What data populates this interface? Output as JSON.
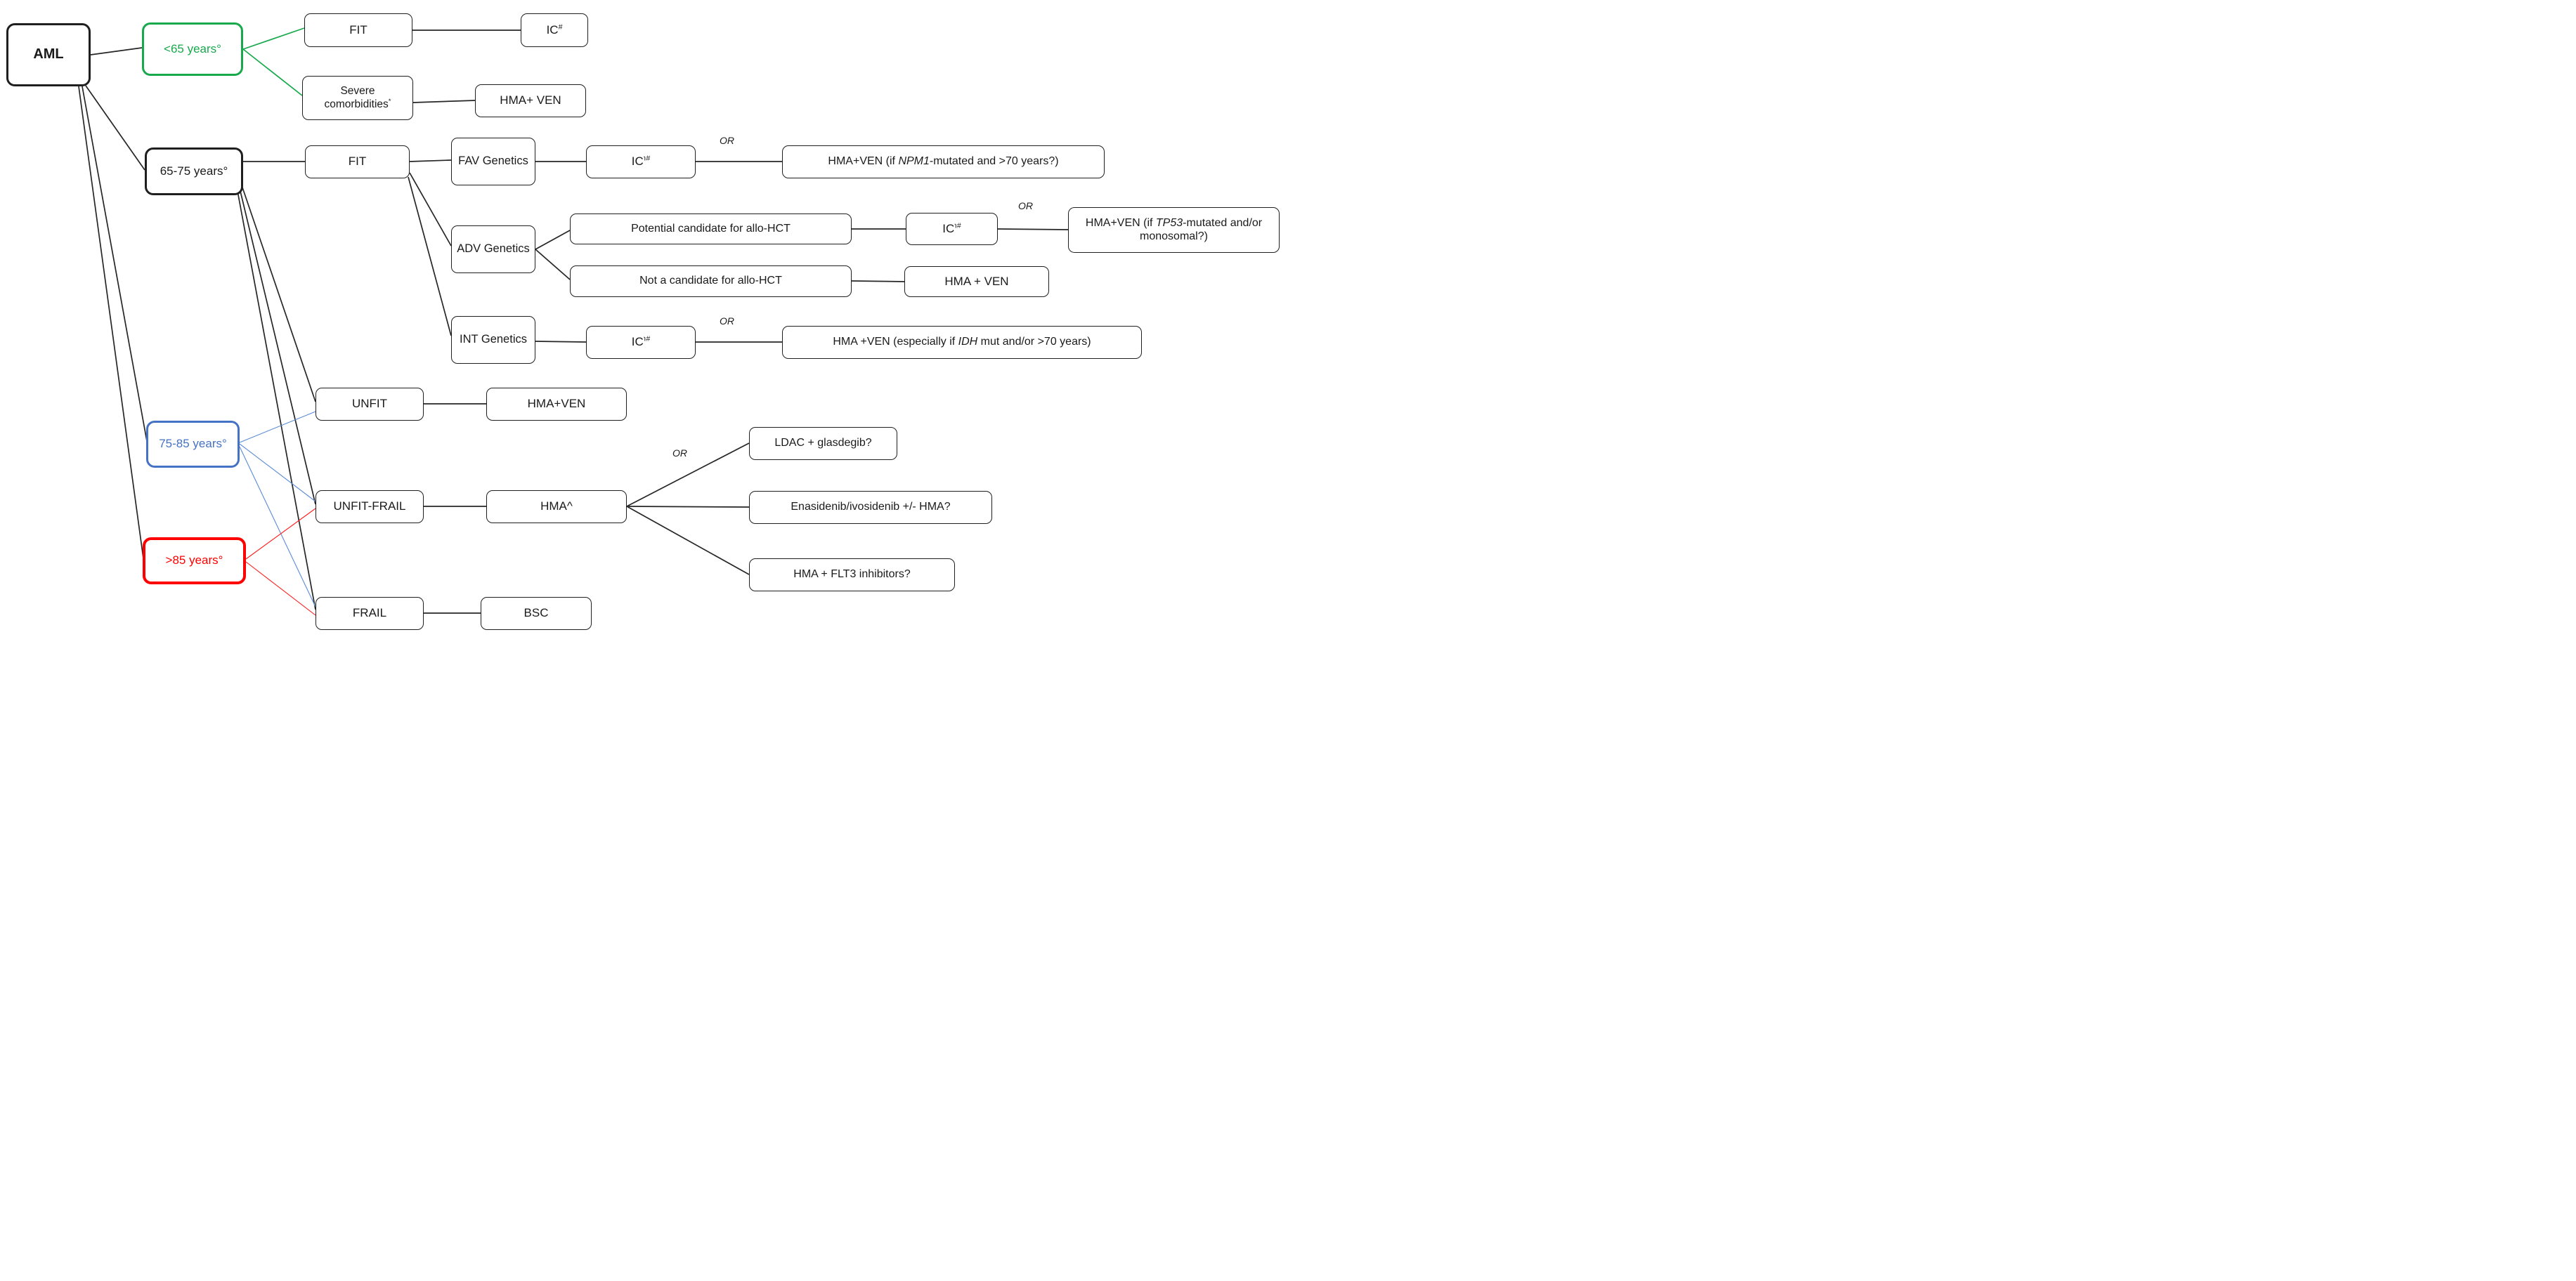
{
  "title": "AML treatment decision tree by age and fitness",
  "palette": {
    "green": "#17a94c",
    "blue": "#4472c4",
    "red": "#ff0000",
    "line_black": "#262626"
  },
  "or_connector_label": "OR",
  "nodes": {
    "aml": {
      "label": "AML"
    },
    "age_lt65": {
      "label": "<65 years°"
    },
    "fit_young": {
      "label": "FIT"
    },
    "ic_young": {
      "base": "IC",
      "sup": "#"
    },
    "severe_comorbidities": {
      "base": "Severe comorbidities",
      "sup": "*"
    },
    "hma_ven_young": {
      "label": "HMA+ VEN"
    },
    "age_65_75": {
      "label": "65-75 years°"
    },
    "fit_older": {
      "label": "FIT"
    },
    "fav_genetics": {
      "label": "FAV Genetics"
    },
    "ic_fav": {
      "base": "IC",
      "sup": "℩#"
    },
    "hma_ven_npm1": {
      "pre": "HMA+VEN (if ",
      "gene": "NPM1",
      "post": "-mutated and >70 years?)"
    },
    "adv_genetics": {
      "label": "ADV Genetics"
    },
    "allo_candidate": {
      "label": "Potential candidate for allo-HCT"
    },
    "ic_adv": {
      "base": "IC",
      "sup": "℩#"
    },
    "hma_ven_tp53": {
      "pre": "HMA+VEN (if ",
      "gene": "TP53",
      "post": "-mutated and/or monosomal?)"
    },
    "not_allo_candidate": {
      "label": "Not a candidate for allo-HCT"
    },
    "hma_ven_adv": {
      "label": "HMA + VEN"
    },
    "int_genetics": {
      "label": "INT Genetics"
    },
    "ic_int": {
      "base": "IC",
      "sup": "℩#"
    },
    "hma_ven_idh": {
      "pre": "HMA +VEN (especially if ",
      "gene": "IDH",
      "post": " mut and/or >70 years)"
    },
    "unfit": {
      "label": "UNFIT"
    },
    "hma_ven_unfit": {
      "label": "HMA+VEN"
    },
    "age_75_85": {
      "label": "75-85 years°"
    },
    "unfit_frail": {
      "label": "UNFIT-FRAIL"
    },
    "hma_alone": {
      "label": "HMA^"
    },
    "ldac_glasdegib": {
      "label": "LDAC + glasdegib?"
    },
    "enasidenib_ivosidenib": {
      "label": "Enasidenib/ivosidenib +/- HMA?"
    },
    "hma_flt3": {
      "label": "HMA + FLT3 inhibitors?"
    },
    "age_gt85": {
      "label": ">85 years°"
    },
    "frail": {
      "label": "FRAIL"
    },
    "bsc": {
      "label": "BSC"
    }
  }
}
